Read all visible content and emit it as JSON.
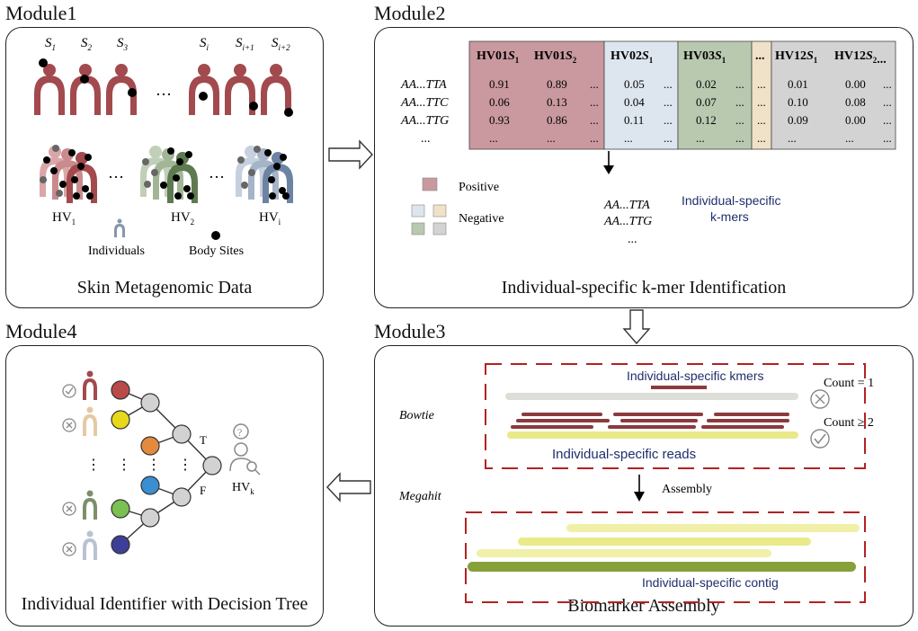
{
  "modules": {
    "m1": {
      "title": "Module1",
      "caption": "Skin Metagenomic Data",
      "samples": [
        "S",
        "S",
        "S",
        "S",
        "S",
        "S"
      ],
      "sample_subs": [
        "1",
        "2",
        "3",
        "i",
        "i+1",
        "i+2"
      ],
      "ellipsis": "…",
      "hv_labels": [
        "HV",
        "HV",
        "HV"
      ],
      "hv_subs": [
        "1",
        "2",
        "i"
      ],
      "legend_individuals": "Individuals",
      "legend_body_sites": "Body Sites"
    },
    "m2": {
      "title": "Module2",
      "caption": "Individual-specific k-mer Identification",
      "col_headers": [
        "HV01",
        "HV01",
        "HV02",
        "HV03",
        "HV12",
        "HV12"
      ],
      "col_sub_letters": [
        "S",
        "S",
        "S",
        "S",
        "S",
        "S"
      ],
      "col_sub_nums": [
        "1",
        "2",
        "1",
        "1",
        "1",
        "2"
      ],
      "col_tail": "...",
      "col_dots": "...",
      "row_labels": [
        "AA...TTA",
        "AA...TTC",
        "AA...TTG",
        "..."
      ],
      "rows": [
        [
          "0.91",
          "0.89",
          "...",
          "0.05",
          "...",
          "0.02",
          "...",
          "...",
          "0.01",
          "0.00",
          "..."
        ],
        [
          "0.06",
          "0.13",
          "...",
          "0.04",
          "...",
          "0.07",
          "...",
          "...",
          "0.10",
          "0.08",
          "..."
        ],
        [
          "0.93",
          "0.86",
          "...",
          "0.11",
          "...",
          "0.12",
          "...",
          "...",
          "0.09",
          "0.00",
          "..."
        ],
        [
          "...",
          "...",
          "...",
          "...",
          "...",
          "...",
          "...",
          "...",
          "...",
          "...",
          "..."
        ]
      ],
      "legend_positive": "Positive",
      "legend_negative": "Negative",
      "result_kmers": [
        "AA...TTA",
        "AA...TTG",
        "..."
      ],
      "result_label_1": "Individual-specific",
      "result_label_2": "k-mers",
      "colors": {
        "positive": "#c9999f",
        "neg_blue": "#dde6ee",
        "neg_green": "#b8c9b0",
        "neg_tan": "#efe2c8",
        "neg_gray": "#d3d3d3"
      }
    },
    "m3": {
      "title": "Module3",
      "caption": "Biomarker Assembly",
      "bowtie": "Bowtie",
      "megahit": "Megahit",
      "kmers_label": "Individual-specific kmers",
      "reads_label": "Individual-specific reads",
      "contig_label": "Individual-specific contig",
      "count1": "Count = 1",
      "count2": "Count ≥ 2",
      "assembly": "Assembly"
    },
    "m4": {
      "title": "Module4",
      "caption": "Individual Identifier with Decision Tree",
      "true_label": "T",
      "false_label": "F",
      "query_label": "HV",
      "query_sub": "k",
      "question": "?",
      "dots": "⋮",
      "node_colors": [
        "#b94a4a",
        "#e6d81a",
        "#e48a3c",
        "#3b8fd0",
        "#7bc053",
        "#3d3f96"
      ]
    }
  }
}
